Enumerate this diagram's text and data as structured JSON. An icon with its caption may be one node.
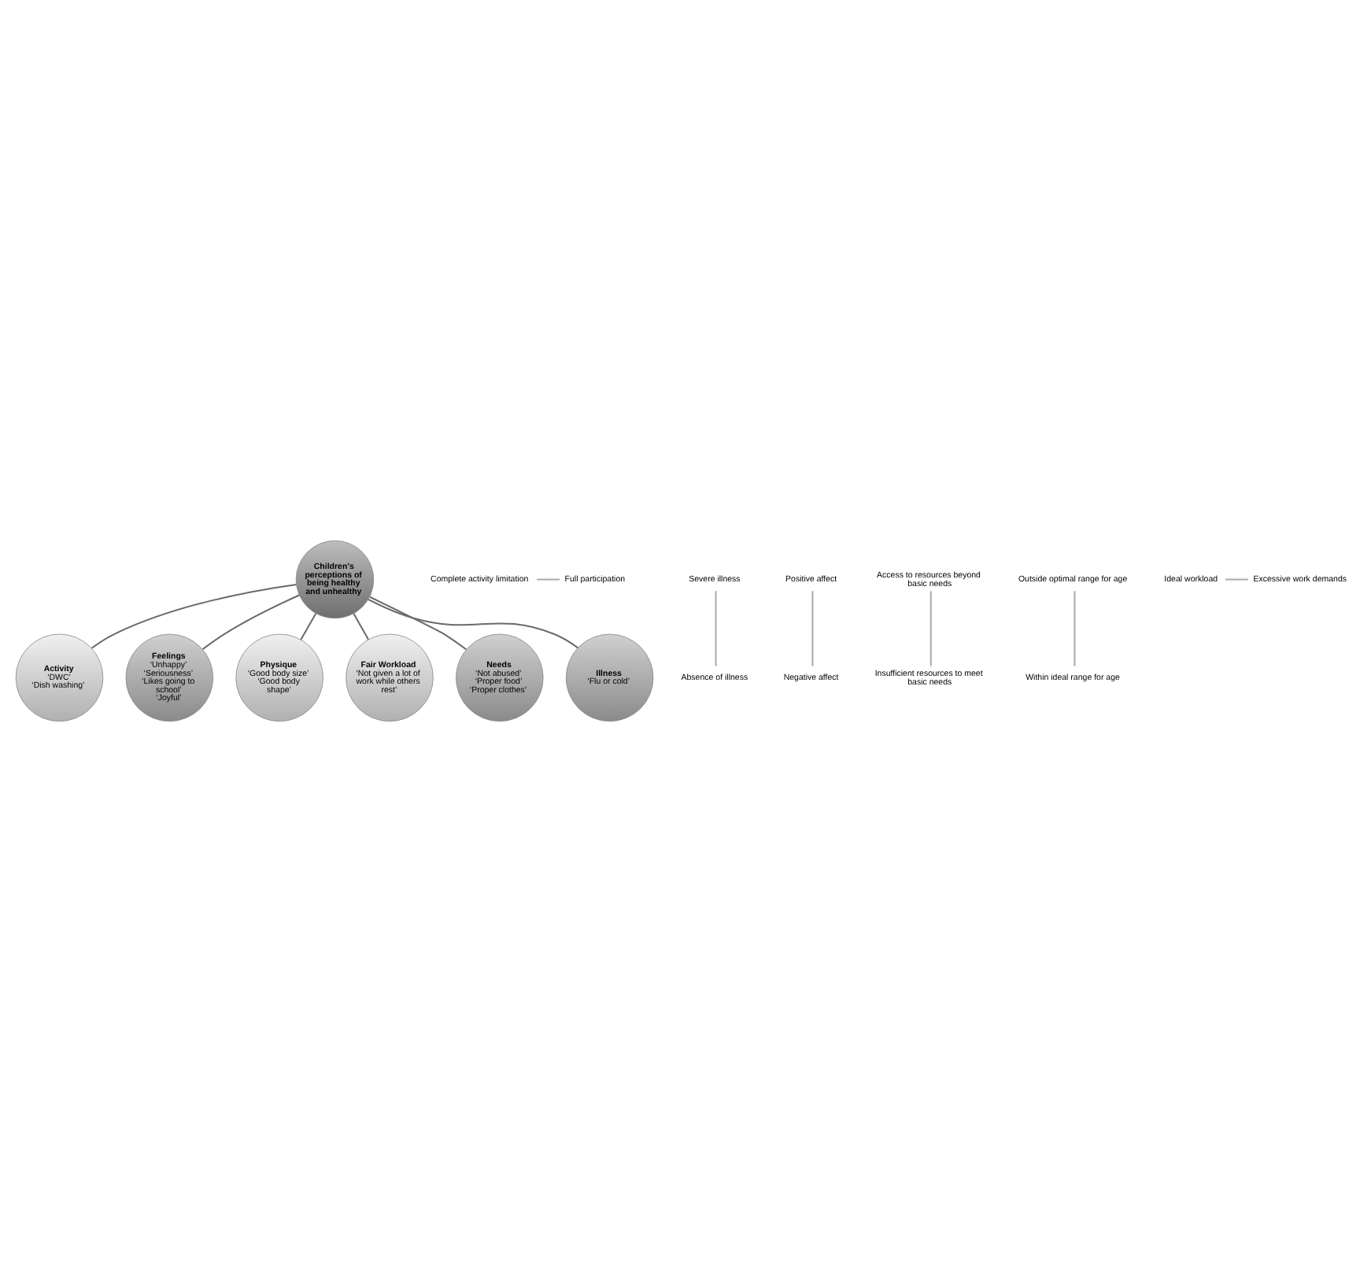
{
  "diagram": {
    "nodes": [
      {
        "text": [
          "Children’s perceptions of being healthy and unhealthy"
        ]
      },
      {
        "text": [
          "Activity",
          "‘DWC’",
          "‘Dish washing’"
        ]
      },
      {
        "text": [
          "Feelings",
          "‘Unhappy’",
          "‘Seriousness’",
          "‘Likes going to school’",
          "‘Joyful’"
        ]
      },
      {
        "text": [
          "Physique",
          "‘Good body size’",
          "‘Good body shape’"
        ]
      },
      {
        "text": [
          "Fair Workload",
          "‘Not given a lot of work while others rest’"
        ]
      },
      {
        "text": [
          "Needs",
          "‘Not abused’",
          "‘Proper food’",
          "‘Proper clothes’"
        ]
      },
      {
        "text": [
          "Illness",
          "‘Flu or cold’"
        ]
      },
      {
        "text": [
          "Complete activity limitation"
        ]
      },
      {
        "text": [
          "Full participation"
        ]
      },
      {
        "text": [
          "Absence of illness"
        ]
      },
      {
        "text": [
          "Severe illness"
        ]
      },
      {
        "text": [
          "Negative affect"
        ]
      },
      {
        "text": [
          "Positive affect"
        ]
      },
      {
        "text": [
          "Access to resources beyond basic needs"
        ]
      },
      {
        "text": [
          "Insufficient resources to meet basic needs"
        ]
      },
      {
        "text": [
          "Outside optimal range for age"
        ]
      },
      {
        "text": [
          "Within ideal range for age"
        ]
      },
      {
        "text": [
          "Ideal workload"
        ]
      },
      {
        "text": [
          "Excessive work demands"
        ]
      }
    ],
    "edges": [
      {
        "from": 0,
        "to": 1,
        "arrow": "none"
      },
      {
        "from": 0,
        "to": 2,
        "arrow": "none"
      },
      {
        "from": 0,
        "to": 3,
        "arrow": "none"
      },
      {
        "from": 0,
        "to": 4,
        "arrow": "none"
      },
      {
        "from": 0,
        "to": 5,
        "arrow": "none"
      },
      {
        "from": 0,
        "to": 6,
        "arrow": "none"
      },
      {
        "from": 7,
        "to": 8,
        "arrow": "none",
        "color": "#aaaaaa"
      },
      {
        "from": 9,
        "to": 10,
        "arrow": "none",
        "color": "#aaaaaa"
      },
      {
        "from": 11,
        "to": 12,
        "arrow": "none",
        "color": "#aaaaaa"
      },
      {
        "from": 13,
        "to": 14,
        "arrow": "none",
        "color": "#aaaaaa"
      },
      {
        "from": 15,
        "to": 16,
        "arrow": "none",
        "color": "#aaaaaa"
      },
      {
        "from": 17,
        "to": 18,
        "arrow": "none",
        "color": "#aaaaaa"
      }
    ]
  }
}
